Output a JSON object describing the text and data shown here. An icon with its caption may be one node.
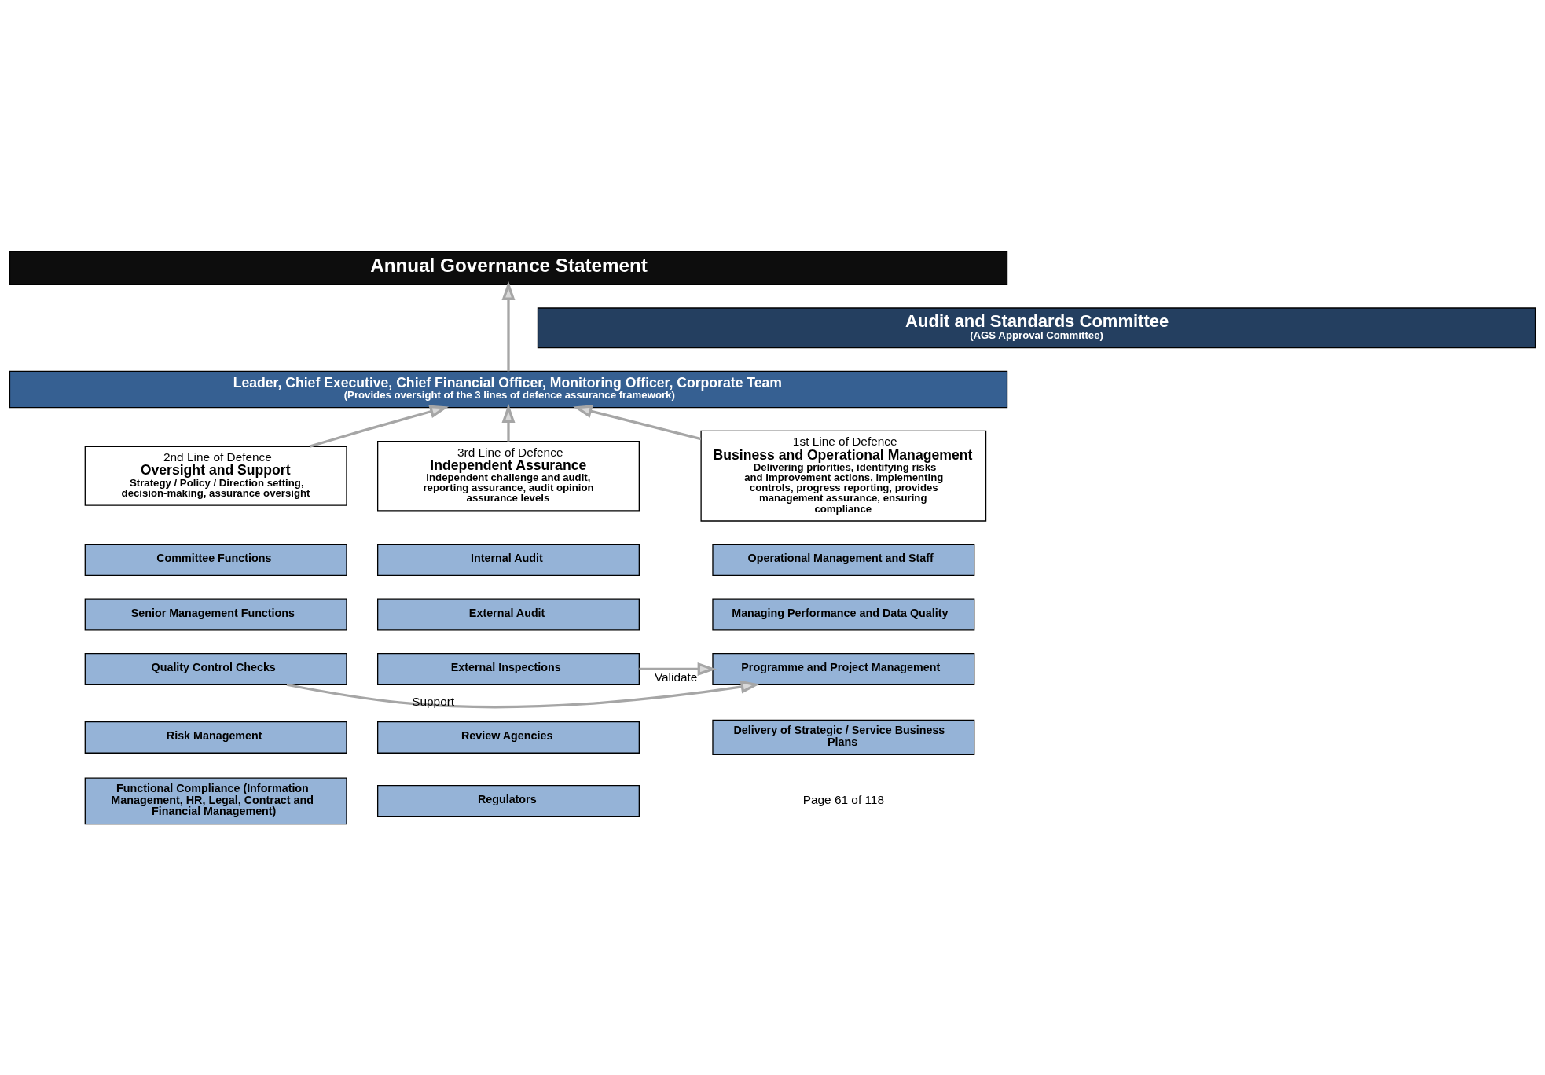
{
  "diagram": {
    "nodes": [
      {
        "text": [
          "Annual Governance Statement"
        ]
      },
      {
        "text": [
          "Audit and Standards Committee",
          "(AGS Approval Committee)"
        ]
      },
      {
        "text": [
          "Leader, Chief Executive, Chief Financial Officer, Monitoring Officer, Corporate Team",
          "(Provides oversight of the 3 lines of defence assurance framework)"
        ]
      },
      {
        "text": [
          "2nd Line of Defence",
          "Oversight and Support",
          "Strategy / Policy / Direction setting, decision-making, assurance oversight"
        ]
      },
      {
        "text": [
          "1st Line of Defence",
          "Business and Operational Management",
          "Delivering priorities, identifying risks and improvement actions, implementing controls, progress reporting, provides management assurance, ensuring compliance"
        ]
      },
      {
        "text": [
          "3rd Line of Defence",
          "Independent Assurance",
          "Independent challenge and audit, reporting assurance, audit opinion assurance levels"
        ]
      },
      {
        "text": [
          "Committee Functions"
        ]
      },
      {
        "text": [
          "Senior Management Functions"
        ]
      },
      {
        "text": [
          "Quality Control Checks"
        ]
      },
      {
        "text": [
          "Risk Management"
        ]
      },
      {
        "text": [
          "Functional Compliance (Information Management, HR, Legal, Contract and Financial Management)"
        ]
      },
      {
        "text": [
          "Operational Management and Staff"
        ]
      },
      {
        "text": [
          "Managing Performance and Data Quality"
        ]
      },
      {
        "text": [
          "Programme and Project Management"
        ]
      },
      {
        "text": [
          "Delivery of Strategic / Service Business Plans"
        ]
      },
      {
        "text": [
          "Internal Audit"
        ]
      },
      {
        "text": [
          "External Audit"
        ]
      },
      {
        "text": [
          "External Inspections"
        ]
      },
      {
        "text": [
          "Review Agencies"
        ]
      },
      {
        "text": [
          "Regulators"
        ]
      }
    ],
    "edges": [
      {
        "from": 2,
        "to": 0,
        "arrow": "to"
      },
      {
        "from": 3,
        "to": 2,
        "arrow": "to"
      },
      {
        "from": 4,
        "to": 2,
        "arrow": "to"
      },
      {
        "from": 5,
        "to": 2,
        "arrow": "to"
      },
      {
        "from": 8,
        "to": 13,
        "arrow": "to",
        "label": "Support"
      },
      {
        "from": 17,
        "to": 13,
        "arrow": "to",
        "label": "Validate"
      }
    ],
    "labels": [
      "Page 61 of 118"
    ]
  }
}
